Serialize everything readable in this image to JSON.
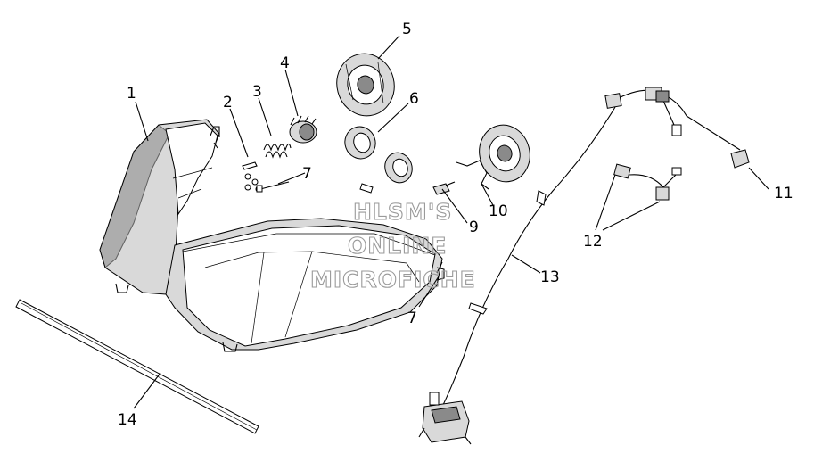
{
  "callouts": {
    "c1": "1",
    "c2": "2",
    "c3": "3",
    "c4": "4",
    "c5": "5",
    "c6": "6",
    "c7a": "7",
    "c7b": "7",
    "c9": "9",
    "c10": "10",
    "c11": "11",
    "c12": "12",
    "c13": "13",
    "c14": "14"
  },
  "watermark": {
    "line1": "HLSM'S",
    "line2": "ONLINE",
    "line3": "MICROFICHE"
  }
}
